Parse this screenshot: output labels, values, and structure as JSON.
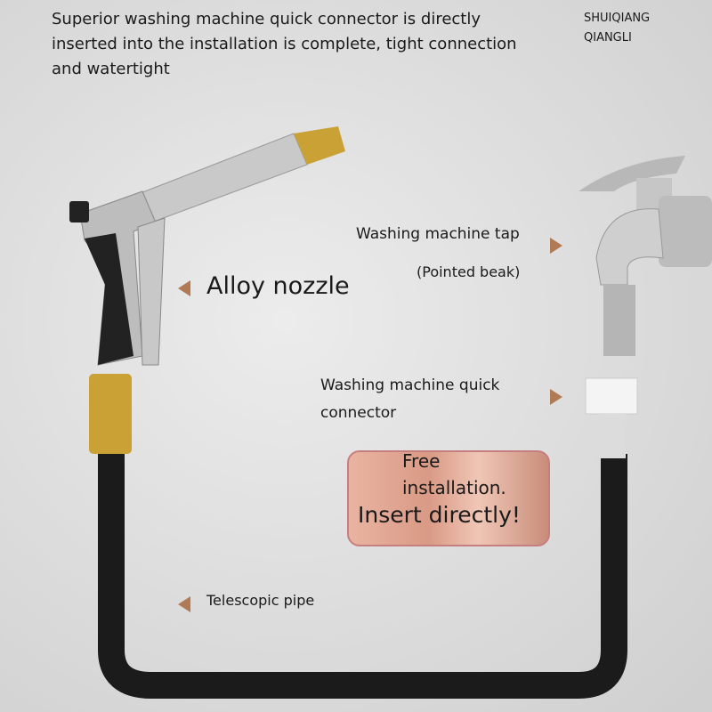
{
  "headline": "Superior washing machine quick connector is directly inserted into the installation is complete, tight connection and watertight",
  "brand": [
    "SHUIQIANG",
    "QIANGLI"
  ],
  "labels": {
    "nozzle": "Alloy nozzle",
    "tap": "Washing machine tap",
    "beak": "(Pointed beak)",
    "connector": "Washing machine quick connector",
    "pipe": "Telescopic pipe"
  },
  "badge": [
    "Free",
    "installation.",
    "Insert directly!"
  ]
}
